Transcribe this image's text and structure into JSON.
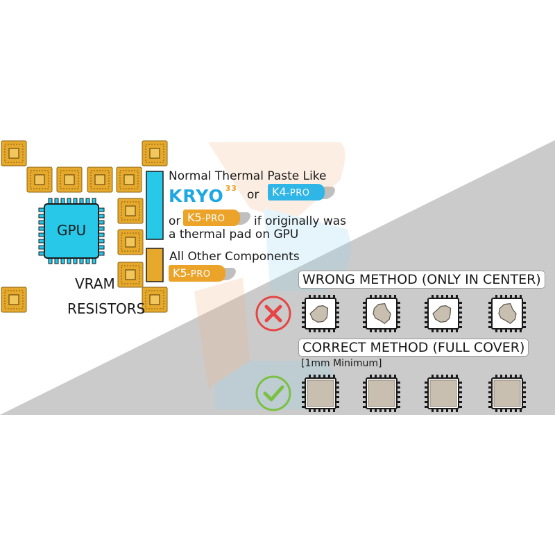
{
  "colors": {
    "vram": "#e6a92c",
    "gpu": "#27c8e8",
    "gray_panel": "#cbcbcb",
    "wrong": "#e64545",
    "correct": "#7bc043",
    "paste": "#c8bfb0"
  },
  "legend": {
    "normal_line1": "Normal Thermal Paste Like",
    "kryo_name": "KRYO",
    "kryo_sup": "33",
    "or1": "or",
    "k4_name": "K4",
    "k4_suffix": "-PRO",
    "or2": "or",
    "k5_name": "K5",
    "k5_suffix": "-PRO",
    "normal_line3_tail": "if originally was",
    "normal_line4": "a thermal pad on GPU",
    "other_label": "All Other Components",
    "k5b_name": "K5",
    "k5b_suffix": "-PRO"
  },
  "board": {
    "gpu_label": "GPU",
    "vram_label": "VRAM",
    "resistors_label": "RESISTORS"
  },
  "methods": {
    "wrong_title": "WRONG METHOD (ONLY IN CENTER)",
    "correct_title": "CORRECT METHOD (FULL COVER)",
    "correct_note": "[1mm Minimum]",
    "wrong_icon": "x-cross-icon",
    "correct_icon": "check-mark-icon"
  }
}
